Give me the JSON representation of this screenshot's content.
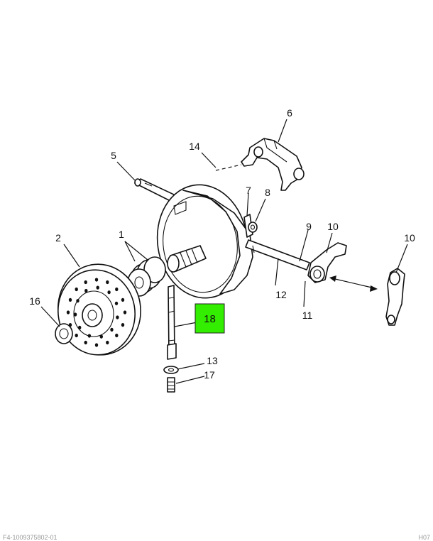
{
  "highlight": {
    "label": "18",
    "color": "#33ee00"
  },
  "callouts": {
    "c1": "1",
    "c2": "2",
    "c5": "5",
    "c6": "6",
    "c7": "7",
    "c8": "8",
    "c9": "9",
    "c10a": "10",
    "c10b": "10",
    "c11": "11",
    "c12": "12",
    "c13": "13",
    "c14": "14",
    "c16": "16",
    "c17": "17"
  },
  "footer": {
    "code": "F4-1009375802-01",
    "page": "H07"
  }
}
